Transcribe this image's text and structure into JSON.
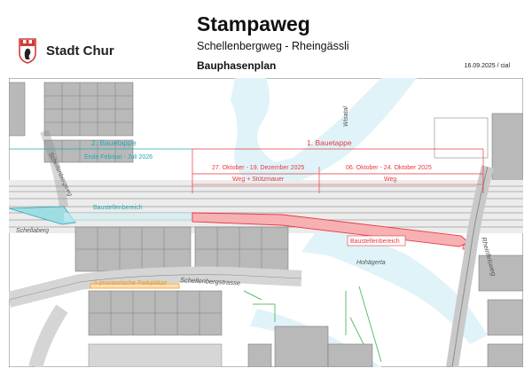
{
  "header": {
    "org_name": "Stadt Chur",
    "title": "Stampaweg",
    "subtitle": "Schellenbergweg - Rheingässli",
    "plan_type": "Bauphasenplan",
    "date_code": "16.09.2025 / cial"
  },
  "map": {
    "phase2": {
      "label": "2. Bauetappe",
      "dates": "Ende Februar - Juli 2026"
    },
    "phase1": {
      "label": "1. Bauetappe",
      "segment_a": {
        "dates": "27. Oktober - 19. Dezember 2025",
        "work": "Weg + Stützmauer"
      },
      "segment_b": {
        "dates": "06. Oktober - 24. Oktober 2025",
        "work": "Weg"
      }
    },
    "baustellen_left": "Baustellenbereich",
    "baustellen_right": "Baustellenbereich",
    "parking": "5 provisorische Parkplätze",
    "street_labels": {
      "schellenberg_strasse": "Schellenbergstrasse",
      "schellaberg": "Schellaberg",
      "hohaegerta": "Hohägerta",
      "wiesental": "Wisatal",
      "rheinfelsweg": "Rheinfelsweg",
      "schellenbergweg": "Schellenbergweg"
    },
    "colors": {
      "phase1": "#e8383f",
      "phase2": "#25a8b5",
      "parking": "#f39a20",
      "water": "#d7f1f8"
    }
  }
}
